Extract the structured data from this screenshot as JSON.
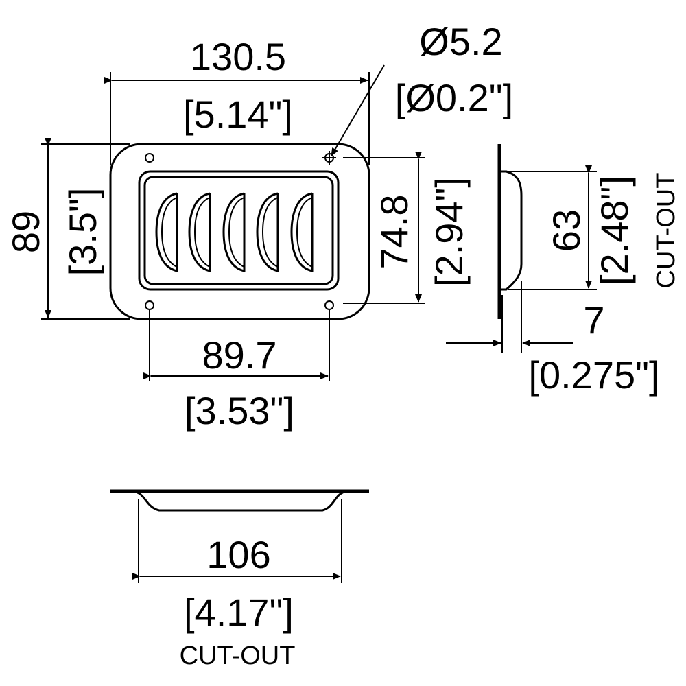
{
  "dimensions": {
    "width": {
      "mm": "130.5",
      "inch": "[5.14\"]"
    },
    "hole": {
      "mm": "Ø5.2",
      "inch": "[Ø0.2\"]"
    },
    "height": {
      "mm": "89",
      "inch": "[3.5\"]"
    },
    "inner_height": {
      "mm": "74.8",
      "inch": "[2.94\"]"
    },
    "hole_spacing": {
      "mm": "89.7",
      "inch": "[3.53\"]"
    },
    "cutout_height": {
      "mm": "63",
      "inch": "[2.48\"]",
      "label": "CUT-OUT"
    },
    "depth": {
      "mm": "7",
      "inch": "[0.275\"]"
    },
    "cutout_width": {
      "mm": "106",
      "inch": "[4.17\"]",
      "label": "CUT-OUT"
    }
  }
}
